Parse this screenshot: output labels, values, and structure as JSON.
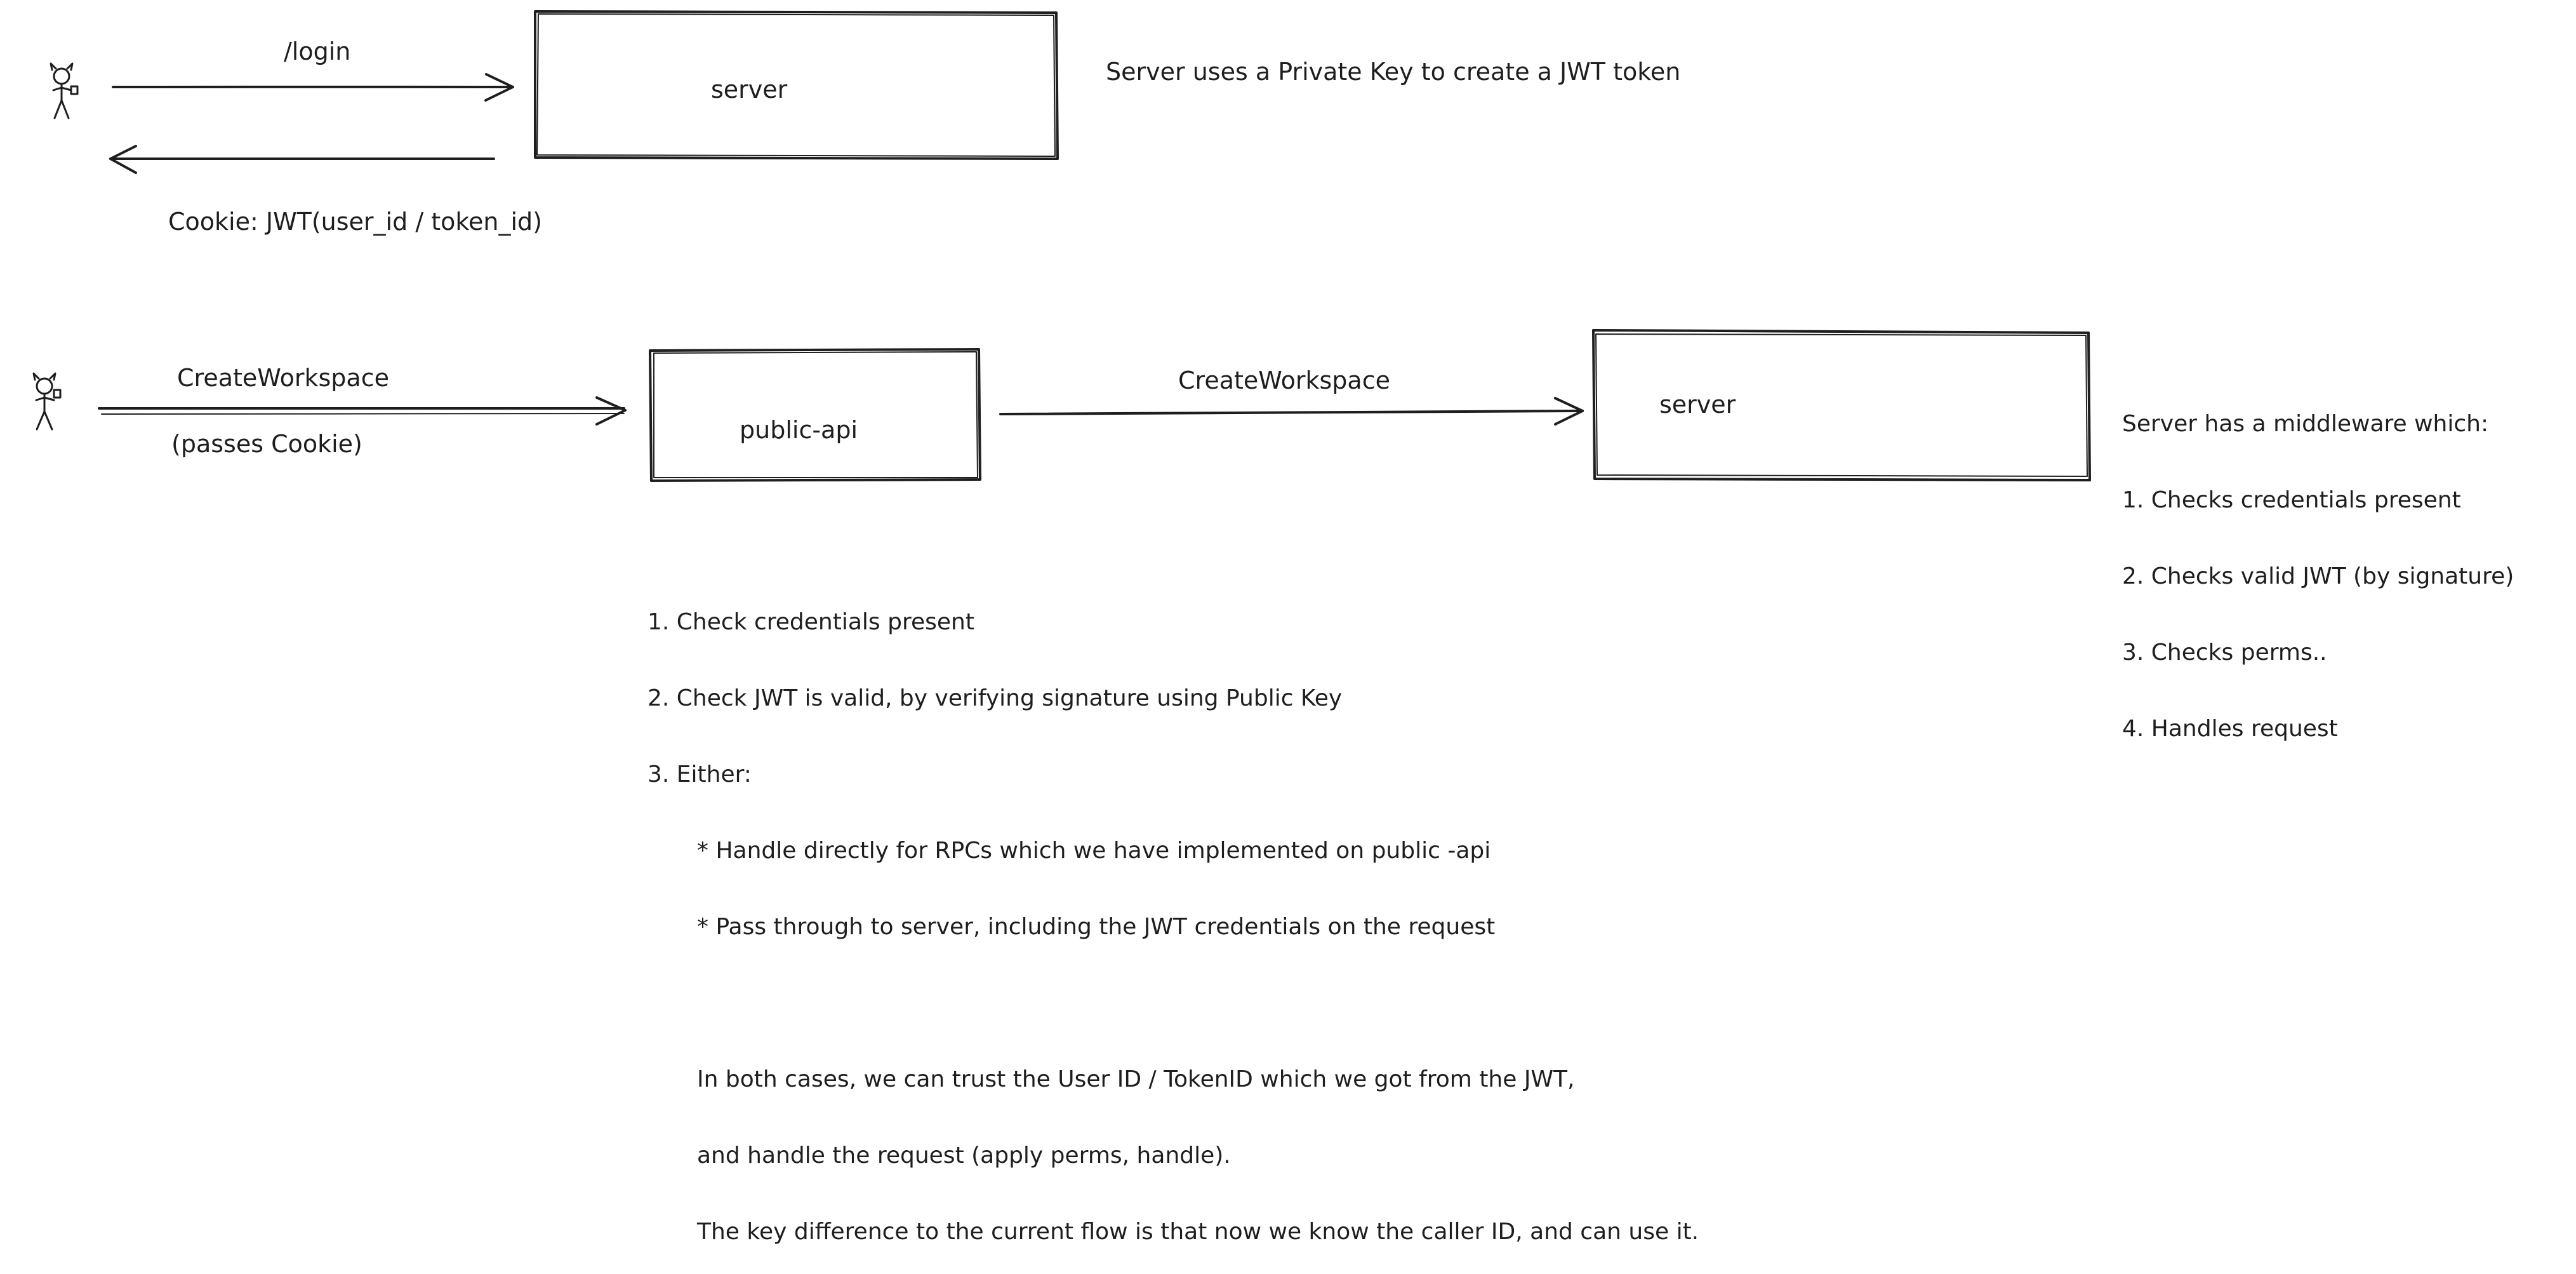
{
  "flow1": {
    "edge_label": "/login",
    "node": "server",
    "note": "Server uses a Private Key to create a JWT token",
    "return_label": "Cookie: JWT(user_id / token_id)"
  },
  "flow2": {
    "edge1_label": "CreateWorkspace",
    "edge1_sublabel": "(passes Cookie)",
    "node1": "public-api",
    "edge2_label": "CreateWorkspace",
    "node2": "server",
    "server_notes": [
      "Server has a middleware which:",
      "1. Checks credentials present",
      "2. Checks valid JWT (by signature)",
      "3. Checks perms..",
      "4. Handles request"
    ],
    "public_api_notes": [
      "1. Check credentials present",
      "2. Check JWT is valid, by verifying signature using Public Key",
      "3. Either:",
      "* Handle directly for RPCs which we have implemented on public -api",
      "* Pass through to server, including the JWT credentials on the request",
      "",
      "In both cases, we can trust the User ID / TokenID which we got from the JWT,",
      "and handle the request (apply perms, handle).",
      "The key difference to the current flow is that now we know the caller ID, and can use it."
    ]
  }
}
